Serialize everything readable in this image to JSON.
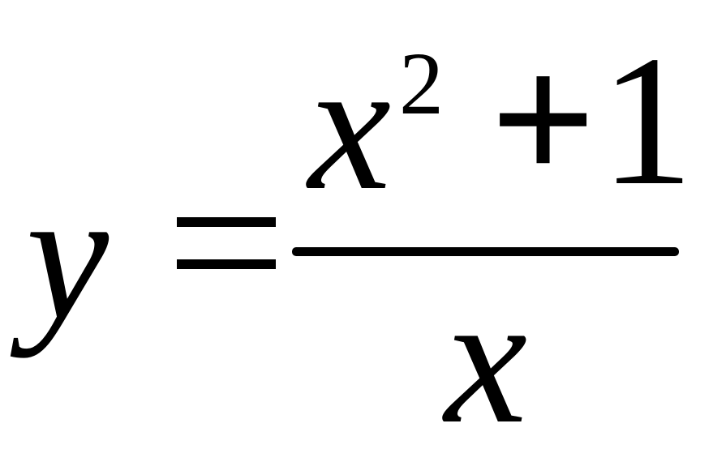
{
  "equation": {
    "lhs": "y",
    "equals": "=",
    "numerator": {
      "base": "x",
      "exponent": "2",
      "operator": "+",
      "constant": "1"
    },
    "denominator": "x"
  }
}
